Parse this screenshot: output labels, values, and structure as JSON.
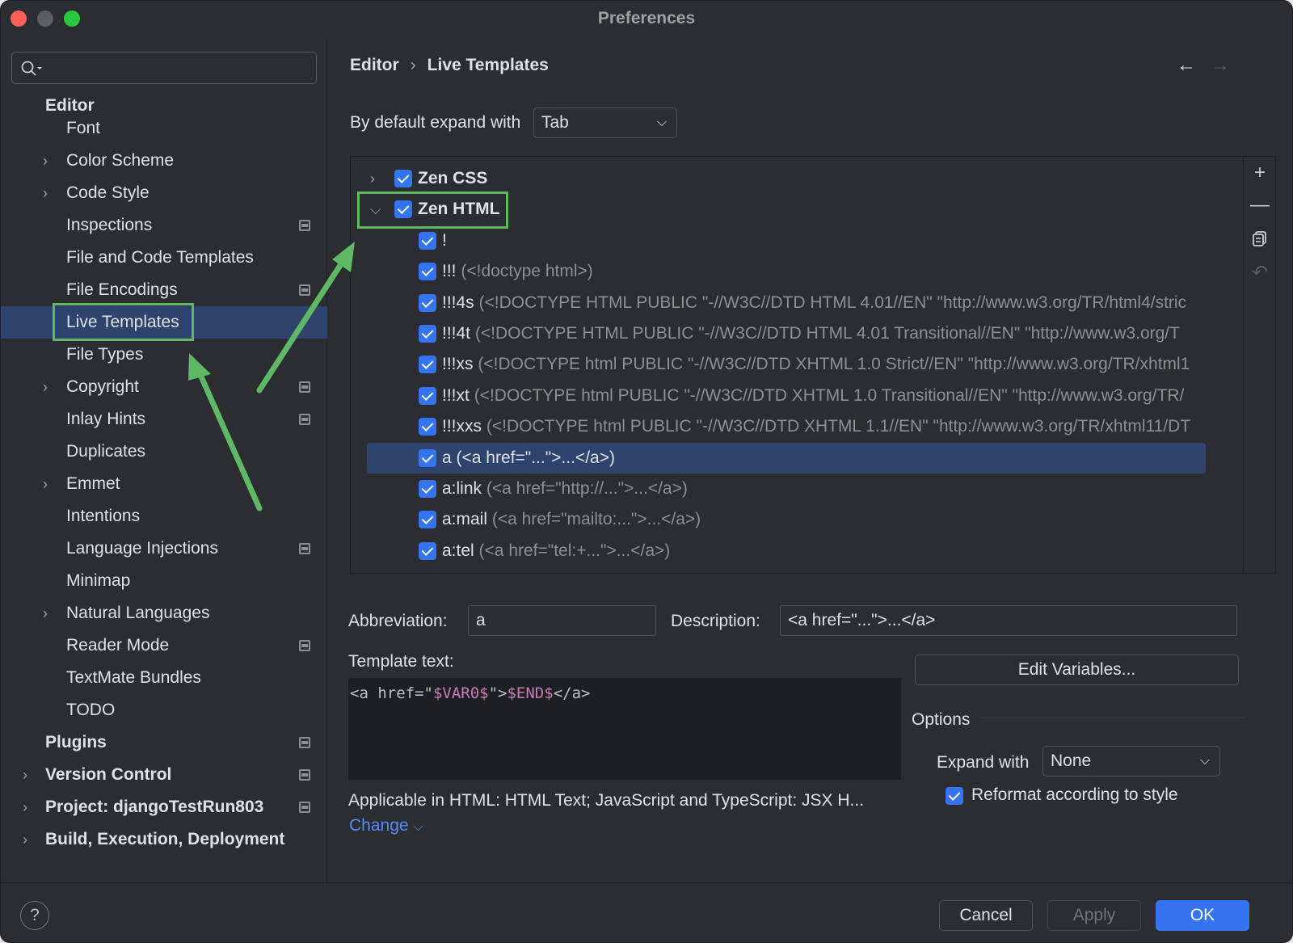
{
  "window": {
    "title": "Preferences"
  },
  "sidebar": {
    "search": {
      "placeholder": ""
    },
    "items": [
      {
        "label": "Editor",
        "level": "top",
        "chevron": false
      },
      {
        "label": "Font",
        "chevron": false
      },
      {
        "label": "Color Scheme",
        "chevron": true
      },
      {
        "label": "Code Style",
        "chevron": true
      },
      {
        "label": "Inspections",
        "project_icon": true
      },
      {
        "label": "File and Code Templates"
      },
      {
        "label": "File Encodings",
        "project_icon": true
      },
      {
        "label": "Live Templates",
        "selected": true
      },
      {
        "label": "File Types"
      },
      {
        "label": "Copyright",
        "chevron": true,
        "project_icon": true
      },
      {
        "label": "Inlay Hints",
        "project_icon": true
      },
      {
        "label": "Duplicates"
      },
      {
        "label": "Emmet",
        "chevron": true
      },
      {
        "label": "Intentions"
      },
      {
        "label": "Language Injections",
        "project_icon": true
      },
      {
        "label": "Minimap"
      },
      {
        "label": "Natural Languages",
        "chevron": true
      },
      {
        "label": "Reader Mode",
        "project_icon": true
      },
      {
        "label": "TextMate Bundles"
      },
      {
        "label": "TODO"
      },
      {
        "label": "Plugins",
        "level": "top",
        "project_icon": true
      },
      {
        "label": "Version Control",
        "level": "top",
        "chevron": true,
        "project_icon": true
      },
      {
        "label": "Project: djangoTestRun803",
        "level": "top",
        "chevron": true,
        "project_icon": true
      },
      {
        "label": "Build, Execution, Deployment",
        "level": "top",
        "chevron": true
      }
    ]
  },
  "main": {
    "breadcrumb": {
      "parent": "Editor",
      "separator": "›",
      "current": "Live Templates"
    },
    "expand_default": {
      "label": "By default expand with",
      "value": "Tab"
    },
    "templates": [
      {
        "name": "Zen CSS",
        "desc": "",
        "group": true,
        "expanded": false
      },
      {
        "name": "Zen HTML",
        "desc": "",
        "group": true,
        "expanded": true
      },
      {
        "name": "!",
        "desc": ""
      },
      {
        "name": "!!!",
        "desc": "(<!doctype html>)"
      },
      {
        "name": "!!!4s",
        "desc": "(<!DOCTYPE HTML PUBLIC \"-//W3C//DTD HTML 4.01//EN\" \"http://www.w3.org/TR/html4/stric"
      },
      {
        "name": "!!!4t",
        "desc": "(<!DOCTYPE HTML PUBLIC \"-//W3C//DTD HTML 4.01 Transitional//EN\" \"http://www.w3.org/T"
      },
      {
        "name": "!!!xs",
        "desc": "(<!DOCTYPE html PUBLIC \"-//W3C//DTD XHTML 1.0 Strict//EN\" \"http://www.w3.org/TR/xhtml1"
      },
      {
        "name": "!!!xt",
        "desc": "(<!DOCTYPE html PUBLIC \"-//W3C//DTD XHTML 1.0 Transitional//EN\" \"http://www.w3.org/TR/"
      },
      {
        "name": "!!!xxs",
        "desc": "(<!DOCTYPE html PUBLIC \"-//W3C//DTD XHTML 1.1//EN\" \"http://www.w3.org/TR/xhtml11/DT"
      },
      {
        "name": "a",
        "desc": "(<a href=\"...\">...</a>)",
        "selected": true
      },
      {
        "name": "a:link",
        "desc": "(<a href=\"http://...\">...</a>)"
      },
      {
        "name": "a:mail",
        "desc": "(<a href=\"mailto:...\">...</a>)"
      },
      {
        "name": "a:tel",
        "desc": "(<a href=\"tel:+...\">...</a>)"
      }
    ],
    "abbreviation": {
      "label": "Abbreviation:",
      "value": "a"
    },
    "description": {
      "label": "Description:",
      "value": "<a href=\"...\">...</a>"
    },
    "template_text": {
      "label": "Template text:",
      "part1": "<a href=\"",
      "var0": "$VAR0$",
      "part2": "\">",
      "end": "$END$",
      "part3": "</a>"
    },
    "edit_variables": "Edit Variables...",
    "options": {
      "title": "Options",
      "expand_with_label": "Expand with",
      "expand_with_value": "None",
      "reformat_label": "Reformat according to style",
      "reformat_checked": true
    },
    "applicable": "Applicable in HTML: HTML Text; JavaScript and TypeScript: JSX H...",
    "change": "Change"
  },
  "footer": {
    "help": "?",
    "cancel": "Cancel",
    "apply": "Apply",
    "ok": "OK"
  },
  "colors": {
    "accent": "#3574f0",
    "annotation": "#5fb865",
    "selection": "#2e436e",
    "link": "#548af7",
    "template_var": "#c77dbb"
  },
  "icons": [
    "search-icon",
    "chevron-right-icon",
    "chevron-down-icon",
    "project-level-icon",
    "back-arrow-icon",
    "forward-arrow-icon",
    "add-icon",
    "remove-icon",
    "copy-icon",
    "revert-icon",
    "checkbox-checked-icon",
    "help-icon"
  ]
}
